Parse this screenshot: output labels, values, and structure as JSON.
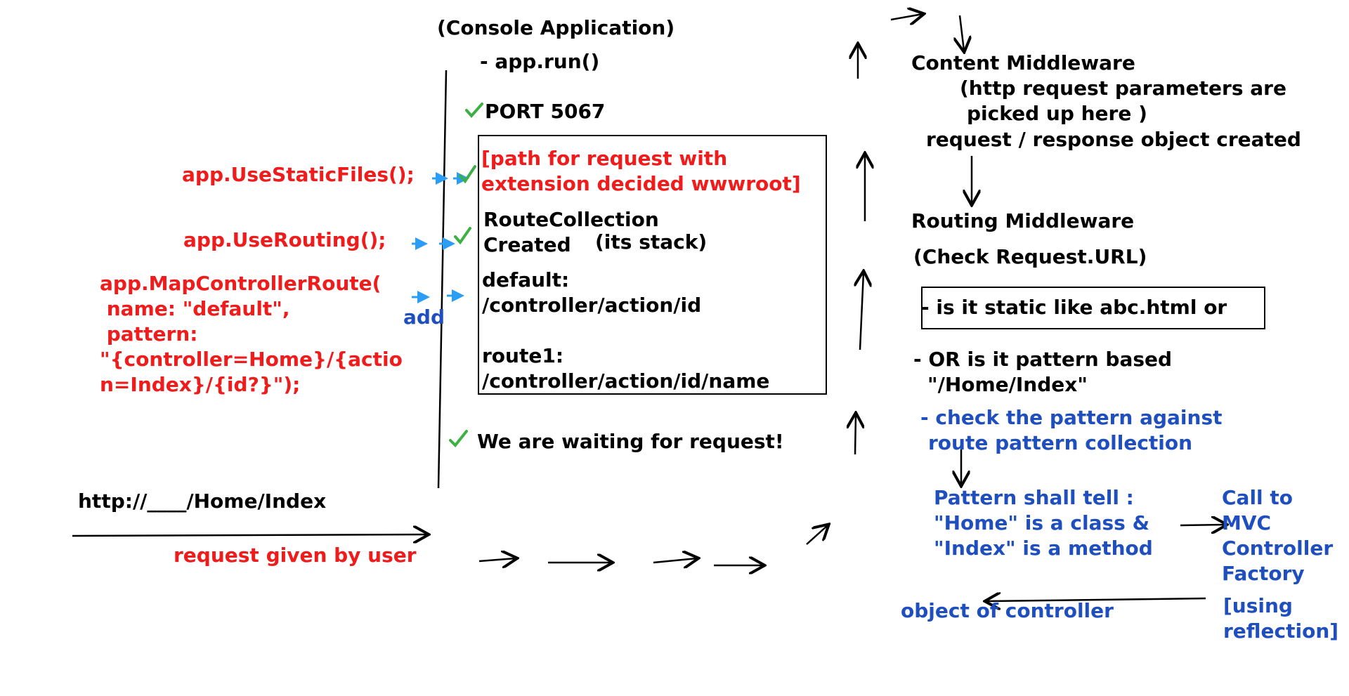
{
  "colors": {
    "black": "#000000",
    "red": "#f01c1c",
    "blue": "#1f4fbf",
    "check": "#3cb043",
    "small_arrow": "#2a9df4"
  },
  "icons": [
    "checkmark-icon",
    "arrow-icon"
  ],
  "console": {
    "title": "(Console Application)",
    "run": "- app.run()",
    "port": "PORT 5067",
    "waiting": "We are waiting for request!"
  },
  "box": {
    "static_path_1": "[path for request with",
    "static_path_2": "extension decided wwwroot]",
    "route_collection_1": "RouteCollection",
    "route_collection_2": "Created",
    "its_stack": "(its stack)",
    "default_label": "default:",
    "default_pattern": "/controller/action/id",
    "route1_label": "route1:",
    "route1_pattern": "/controller/action/id/name"
  },
  "left": {
    "static_files": "app.UseStaticFiles();",
    "use_routing": "app.UseRouting();",
    "map_route_1": "app.MapControllerRoute(",
    "map_route_2": " name: \"default\",",
    "map_route_3": " pattern:",
    "map_route_4": "\"{controller=Home}/{actio",
    "map_route_5": "n=Index}/{id?}\");",
    "add": "add"
  },
  "request": {
    "url": "http://____/Home/Index",
    "caption": "request given by user"
  },
  "right": {
    "content_mw": "Content Middleware",
    "content_note_1": "(http request parameters are",
    "content_note_2": "picked up here )",
    "req_resp": "request / response object created",
    "routing_mw": "Routing Middleware",
    "check_url": "(Check Request.URL)",
    "static_q": "- is it static like abc.html or",
    "pattern_q_1": "- OR is it pattern based",
    "pattern_q_2": "\"/Home/Index\"",
    "check_pattern_1": "- check the pattern against",
    "check_pattern_2": "route pattern collection",
    "pattern_tell_1": "Pattern shall tell :",
    "pattern_tell_2": "\"Home\" is a class &",
    "pattern_tell_3": "\"Index\" is a method",
    "call_to_1": "Call to",
    "call_to_2": "MVC",
    "call_to_3": "Controller",
    "call_to_4": "Factory",
    "reflection_1": "[using",
    "reflection_2": "reflection]",
    "object_of": "object of controller"
  }
}
